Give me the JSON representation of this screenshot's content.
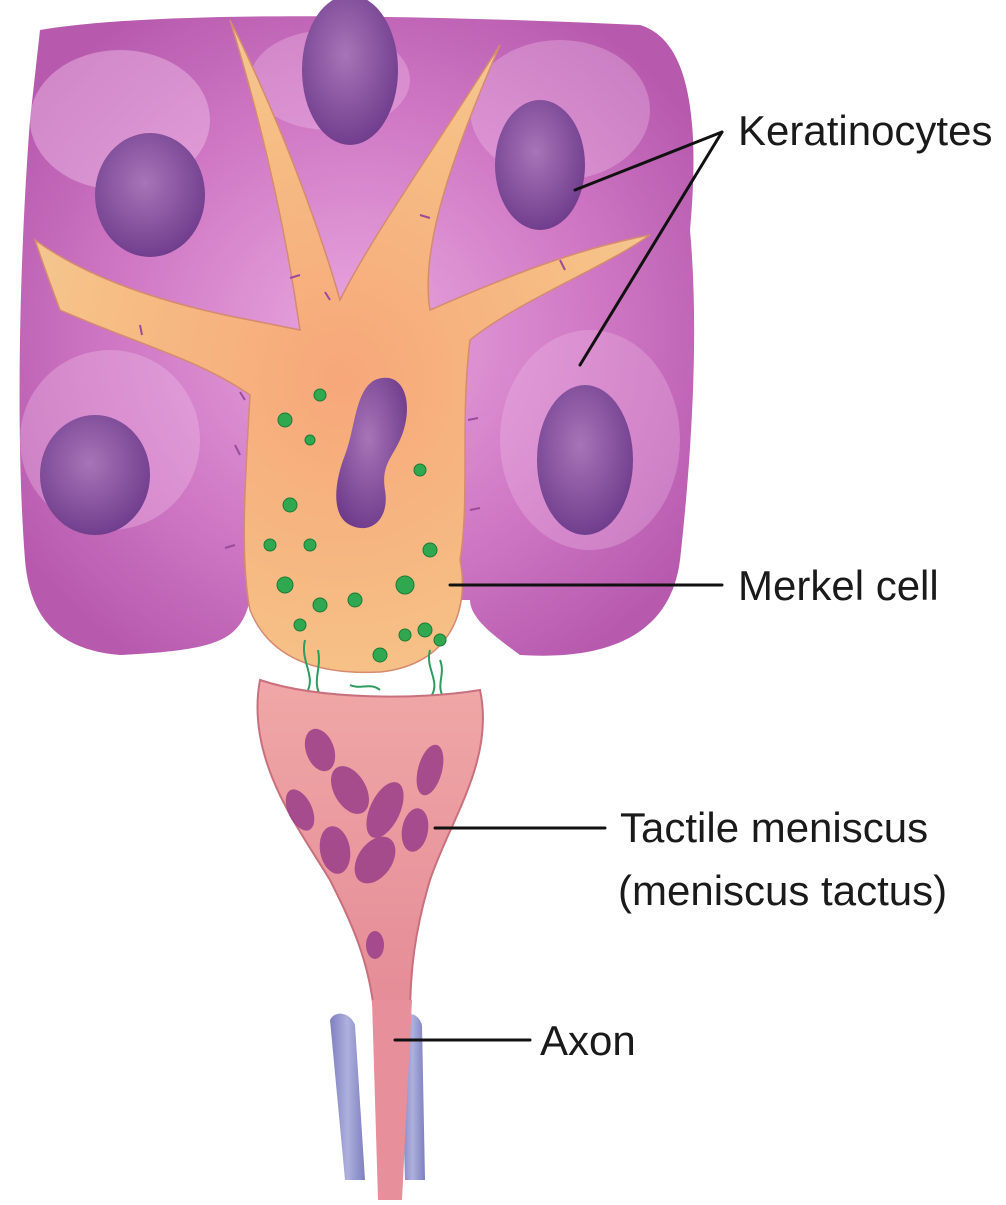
{
  "labels": {
    "keratinocytes": "Keratinocytes",
    "merkel_cell": "Merkel cell",
    "tactile_meniscus": "Tactile meniscus",
    "tactile_meniscus_alt": "(meniscus tactus)",
    "axon": "Axon"
  },
  "colors": {
    "keratinocyte": "#c76bbd",
    "keratinocyte_nucleus": "#7e4a9a",
    "merkel_cell": "#f5b27a",
    "merkel_nucleus": "#7a3f90",
    "granules": "#2fa84f",
    "meniscus": "#e78f9a",
    "meniscus_vesicles": "#9a3e8a",
    "axon_sheath": "#8f92c9",
    "leader_lines": "#111111"
  }
}
